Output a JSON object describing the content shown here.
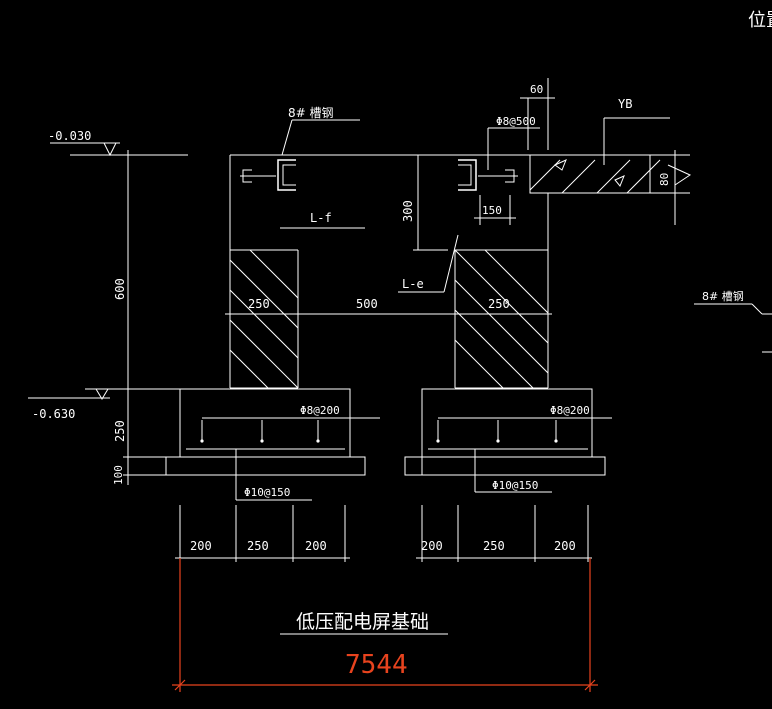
{
  "drawing": {
    "title": "低压配电屏基础",
    "corner_label": "位置",
    "total_dim": "7544",
    "elevation_top": "-0.030",
    "elevation_bottom": "-0.630",
    "channel_steel_left": "8# 槽钢",
    "channel_steel_right": "8# 槽钢",
    "rebar_top": "Φ8@500",
    "slab_label": "YB",
    "dim_60": "60",
    "dim_80": "80",
    "dim_300": "300",
    "dim_150": "150",
    "dim_600": "600",
    "dim_250_v": "250",
    "dim_100": "100",
    "label_lf": "L-f",
    "label_le": "L-e",
    "wall_left_w": "250",
    "wall_gap": "500",
    "wall_right_w": "250",
    "rebar_footing_left": "Φ8@200",
    "rebar_footing_right": "Φ8@200",
    "rebar_bottom_left": "Φ10@150",
    "rebar_bottom_right": "Φ10@150",
    "bottom_dims_left": [
      "200",
      "250",
      "200"
    ],
    "bottom_dims_right": [
      "200",
      "250",
      "200"
    ],
    "colors": {
      "background": "#000000",
      "line": "#ffffff",
      "dimension": "#e8431e"
    }
  }
}
